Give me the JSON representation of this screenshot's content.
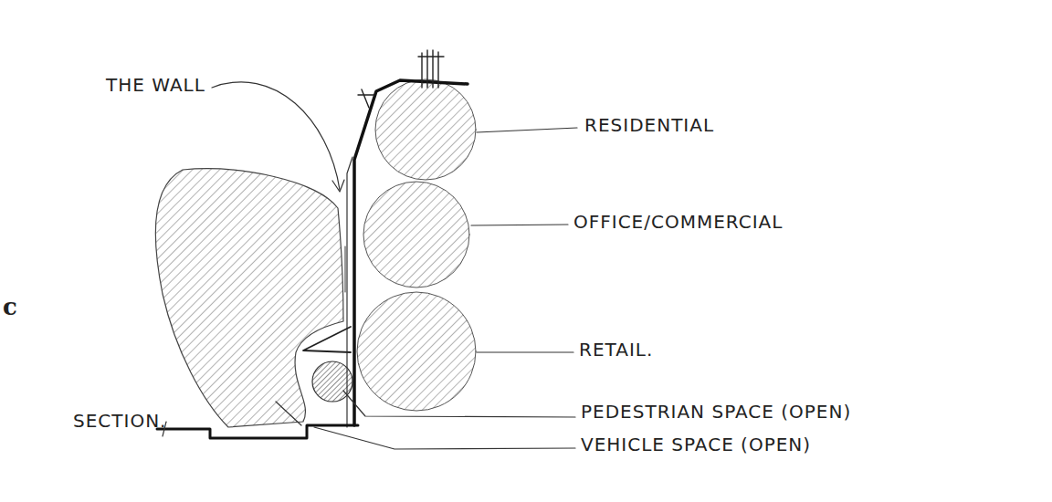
{
  "diagram": {
    "labels": [
      "THE WALL",
      "RESIDENTIAL",
      "OFFICE/COMMERCIAL",
      "c",
      "RETAIL.",
      "PEDESTRIAN SPACE (OPEN)",
      "SECTION.",
      "VEHICLE SPACE (OPEN)"
    ]
  }
}
